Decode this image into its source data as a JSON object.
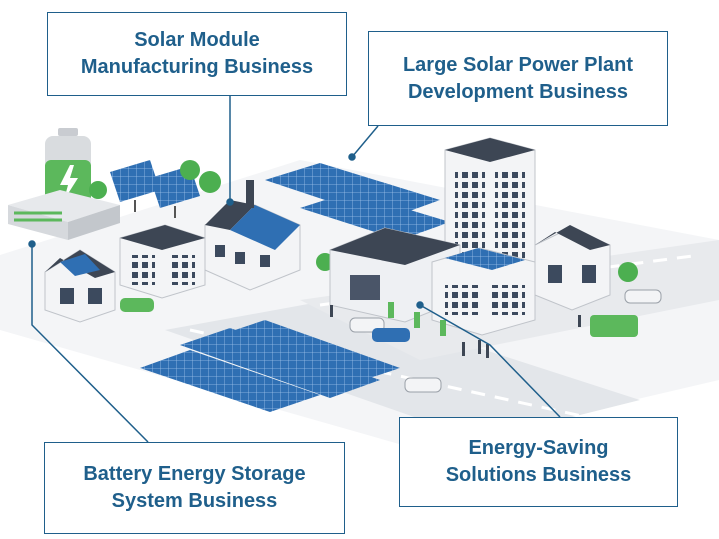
{
  "callouts": {
    "manufacturing": {
      "line1": "Solar Module",
      "line2": "Manufacturing Business"
    },
    "large_solar": {
      "line1": "Large Solar Power Plant",
      "line2": "Development Business"
    },
    "battery": {
      "line1": "Battery Energy Storage",
      "line2": "System Business"
    },
    "energy_saving": {
      "line1": "Energy-Saving",
      "line2": "Solutions Business"
    }
  },
  "colors": {
    "callout_border": "#1f5f8b",
    "callout_text": "#1f5f8b",
    "solar_panel": "#2f6fb3",
    "battery_green": "#5cb85c",
    "tree_green": "#4caf50",
    "road": "#e3e6ea",
    "building_wall": "#f3f4f6",
    "roof": "#3d4654"
  }
}
